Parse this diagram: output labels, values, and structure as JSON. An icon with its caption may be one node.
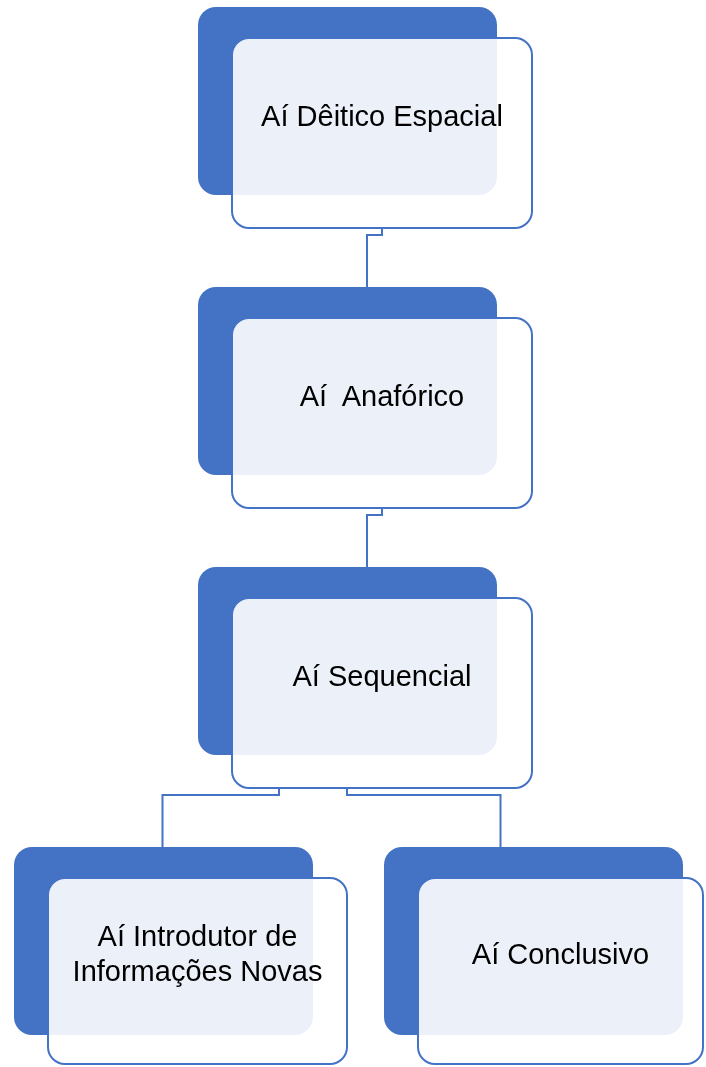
{
  "diagram": {
    "nodes": [
      {
        "text": [
          "Aí Dêitico Espacial"
        ]
      },
      {
        "text": [
          "Aí  Anafórico"
        ]
      },
      {
        "text": [
          "Aí Sequencial"
        ]
      },
      {
        "text": [
          "Aí Introdutor de Informações Novas"
        ]
      },
      {
        "text": [
          "Aí Conclusivo"
        ]
      }
    ],
    "edges": [
      {
        "from": 0,
        "to": 1,
        "arrow": "none"
      },
      {
        "from": 1,
        "to": 2,
        "arrow": "none"
      },
      {
        "from": 2,
        "to": 3,
        "arrow": "none"
      },
      {
        "from": 2,
        "to": 4,
        "arrow": "none"
      }
    ]
  }
}
